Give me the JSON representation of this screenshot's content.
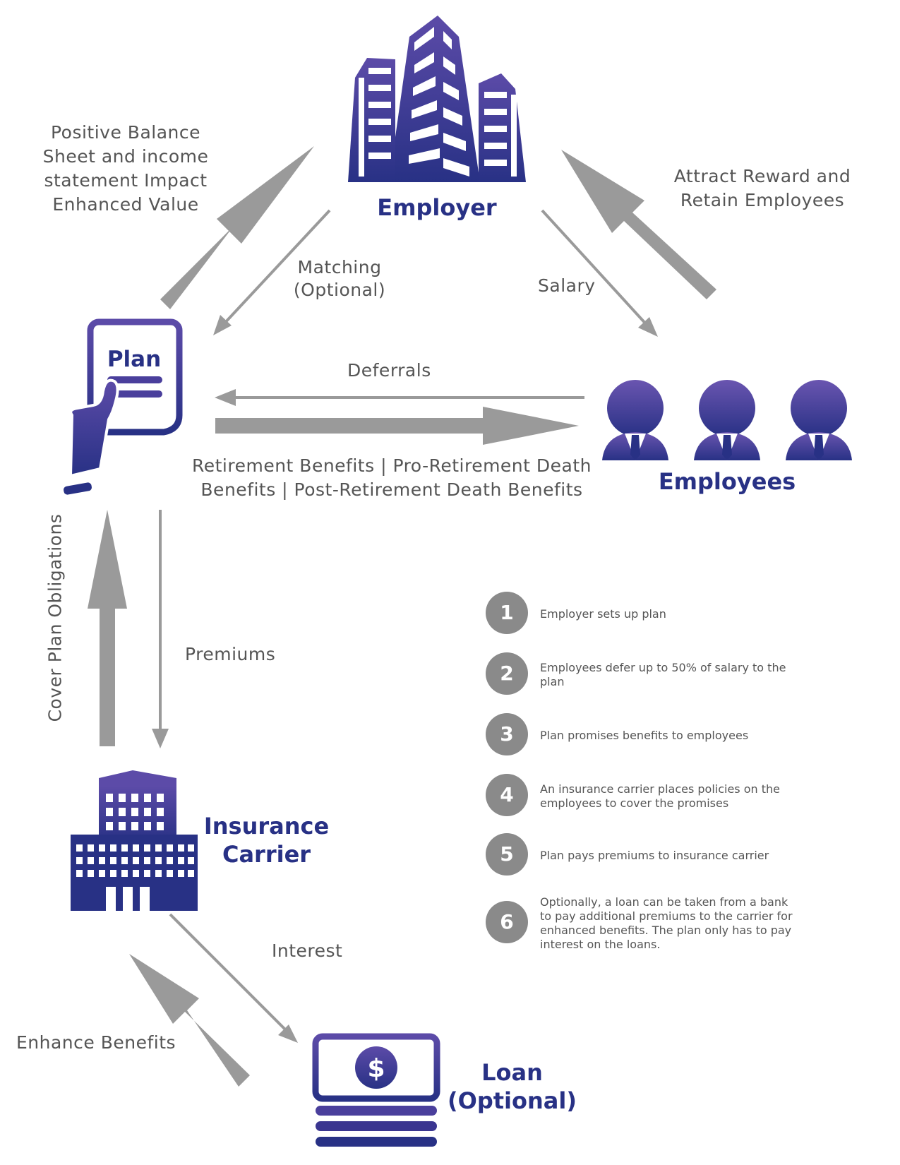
{
  "nodes": {
    "employer": "Employer",
    "plan": "Plan",
    "employees": "Employees",
    "insurance_carrier_line1": "Insurance",
    "insurance_carrier_line2": "Carrier",
    "loan_line1": "Loan",
    "loan_line2": "(Optional)"
  },
  "flows": {
    "employer_benefit_line1": "Positive Balance",
    "employer_benefit_line2": "Sheet and income",
    "employer_benefit_line3": "statement Impact",
    "employer_benefit_line4": "Enhanced Value",
    "attract_line1": "Attract Reward and",
    "attract_line2": "Retain Employees",
    "matching_line1": "Matching",
    "matching_line2": "(Optional)",
    "salary": "Salary",
    "deferrals": "Deferrals",
    "benefits_line1": "Retirement Benefits | Pro-Retirement Death",
    "benefits_line2": "Benefits | Post-Retirement Death Benefits",
    "cover_plan": "Cover Plan Obligations",
    "premiums": "Premiums",
    "interest": "Interest",
    "enhance_benefits": "Enhance Benefits"
  },
  "steps": [
    {
      "number": "1",
      "text": "Employer sets up plan"
    },
    {
      "number": "2",
      "text": "Employees defer up to 50% of salary to the plan"
    },
    {
      "number": "3",
      "text": "Plan promises benefits to employees"
    },
    {
      "number": "4",
      "text": "An insurance carrier places policies on the employees to cover the promises"
    },
    {
      "number": "5",
      "text": "Plan pays premiums to insurance carrier"
    },
    {
      "number": "6",
      "text": "Optionally, a loan can be taken from a bank to pay additional premiums to the carrier for enhanced benefits. The plan only has to pay interest on the loans."
    }
  ],
  "icons": {
    "employer": "office-towers-icon",
    "plan": "hand-holding-document-icon",
    "employees": "people-group-icon",
    "carrier": "office-building-icon",
    "loan": "dollar-bills-stack-icon"
  },
  "colors": {
    "brand_navy": "#283185",
    "brand_purple": "#5c4ba8",
    "arrow_gray": "#9a9a9a",
    "text_gray": "#555555"
  }
}
